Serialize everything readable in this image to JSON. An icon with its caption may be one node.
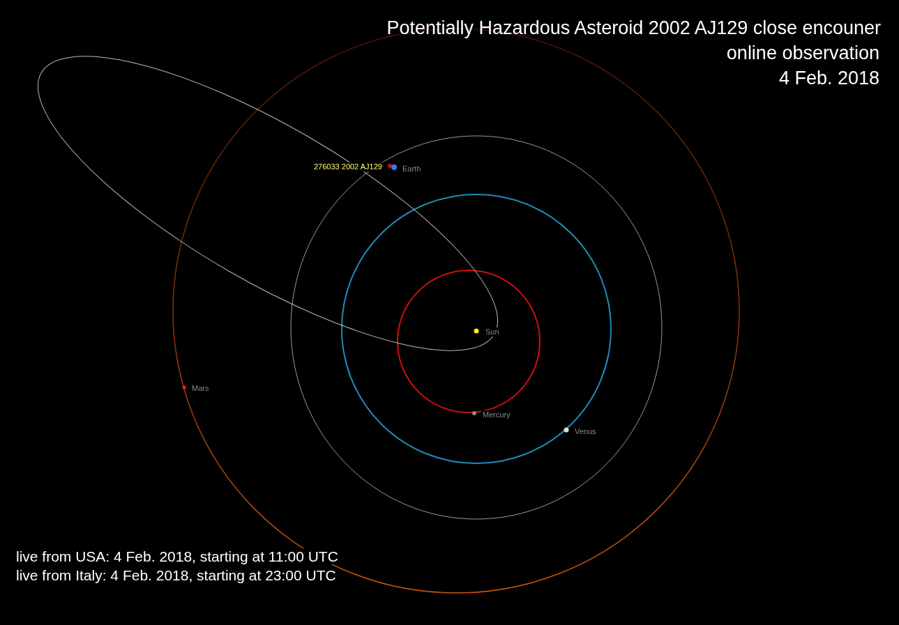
{
  "diagram": {
    "title": "Potentially Hazardous Asteroid 2002 AJ129 close encouner",
    "labels": [
      "online observation",
      "4 Feb. 2018",
      "276033 2002 AJ129",
      "Earth",
      "Sun",
      "Mars",
      "Mercury",
      "Venus",
      "live from USA: 4 Feb. 2018, starting at 11:00 UTC",
      "live from Italy: 4 Feb. 2018, starting at 23:00 UTC"
    ]
  }
}
